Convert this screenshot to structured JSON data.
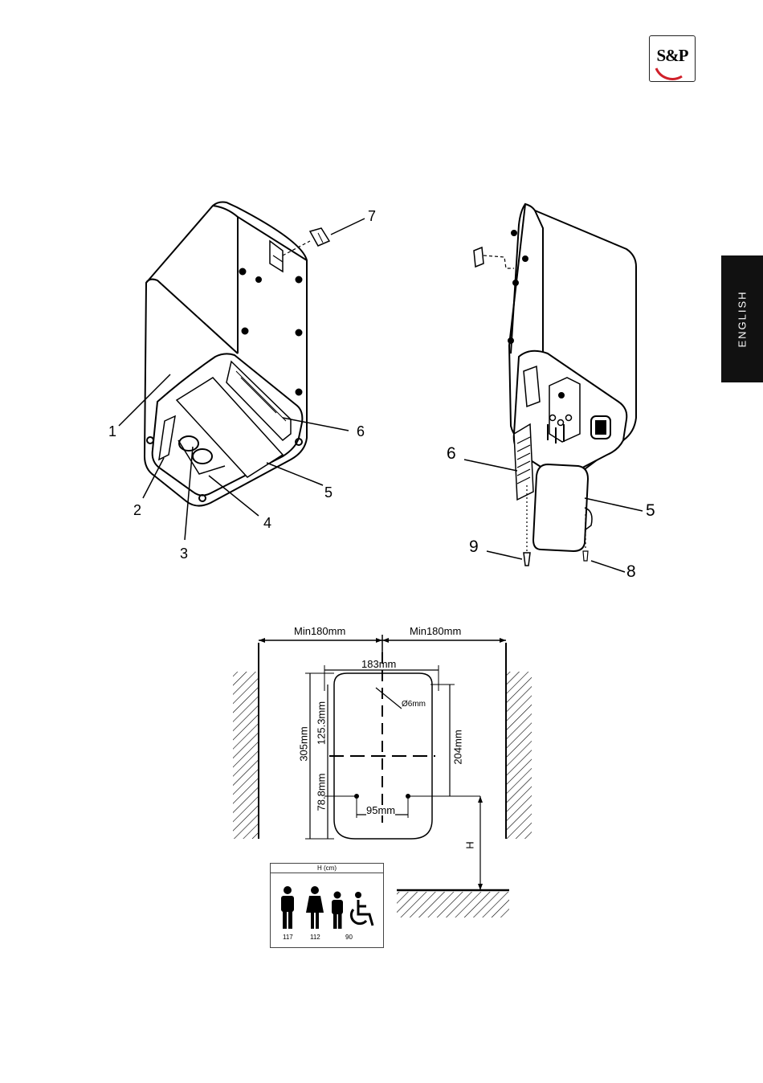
{
  "brand": {
    "logo_text": "S&P"
  },
  "side_tab": {
    "language": "ENGLISH"
  },
  "figure1": {
    "callouts": [
      "1",
      "2",
      "3",
      "4",
      "5",
      "6",
      "7"
    ]
  },
  "figure2": {
    "callouts": [
      "6",
      "5",
      "9",
      "8"
    ]
  },
  "mounting": {
    "left_clearance": "Min180mm",
    "right_clearance": "Min180mm",
    "width": "183mm",
    "hole_diameter": "Ø6mm",
    "total_height": "305mm",
    "upper_height": "125.3mm",
    "lower_height": "78.8mm",
    "right_height": "204mm",
    "hole_spacing": "95mm",
    "height_symbol": "H"
  },
  "height_table": {
    "title": "H (cm)",
    "values": [
      "117",
      "112",
      "90"
    ]
  }
}
